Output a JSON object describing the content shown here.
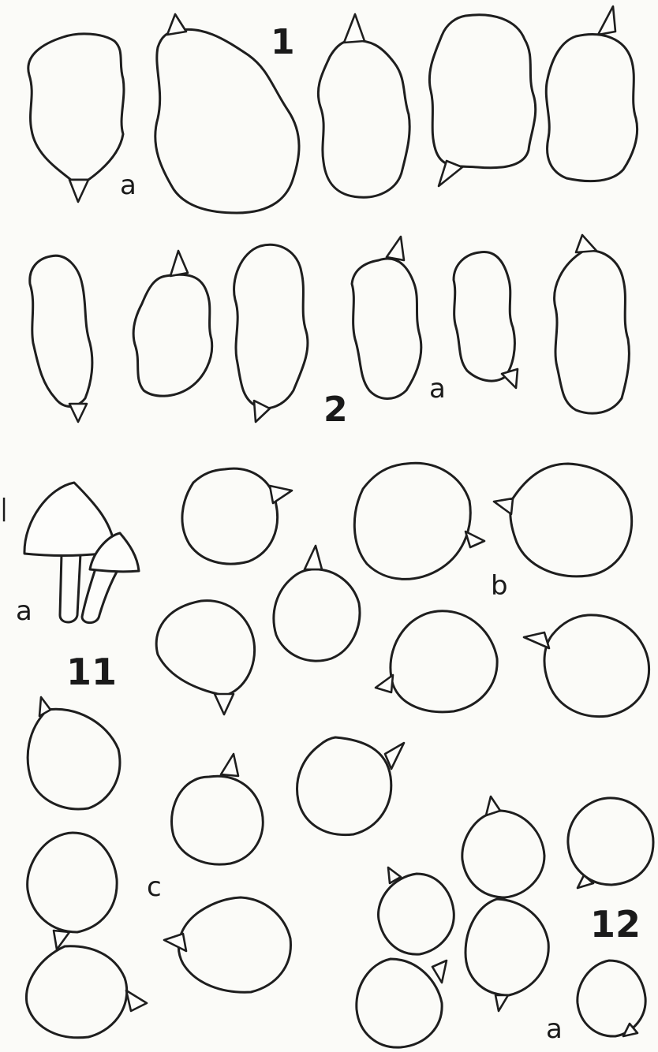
{
  "plate": {
    "figure_numbers": {
      "fig1": "1",
      "fig2": "2",
      "fig11": "11",
      "fig12": "12"
    },
    "sublabels": {
      "fig1_a": "a",
      "fig2_a": "a",
      "fig11_a": "a",
      "fig11_b": "b",
      "fig11_c": "c",
      "fig12_a": "a"
    },
    "margin_mark": "|"
  },
  "colors": {
    "ink": "#1e1e1e",
    "paper": "#fbfbf8"
  }
}
